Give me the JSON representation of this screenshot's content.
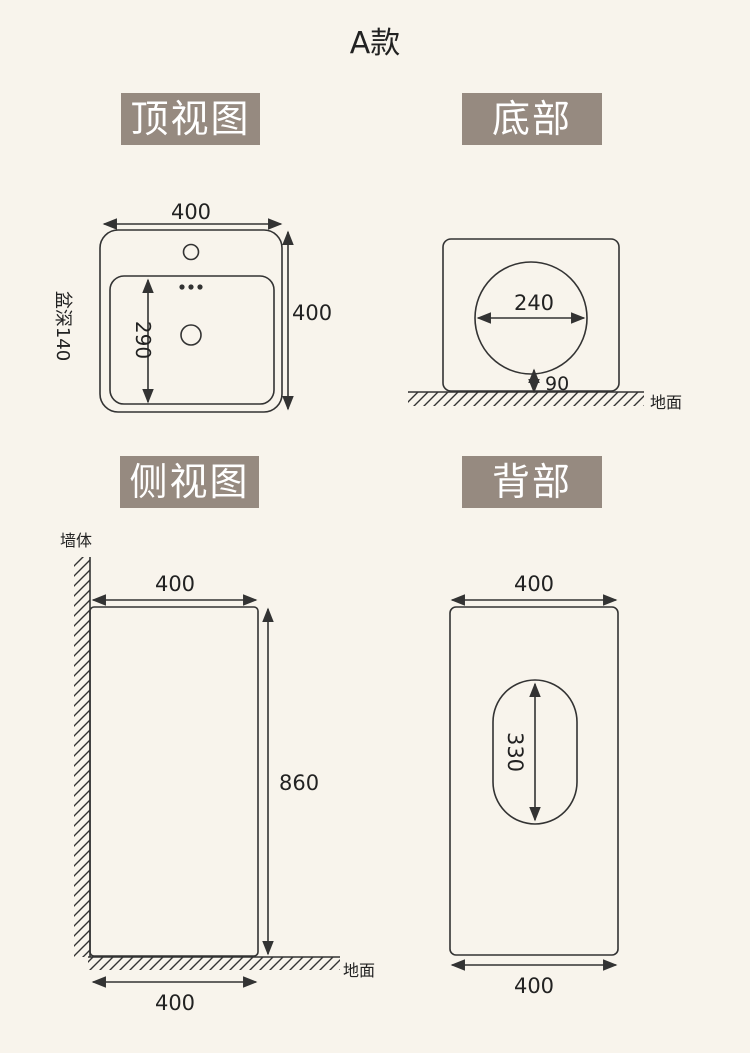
{
  "title": "A款",
  "colors": {
    "header_bg": "#968a80",
    "header_text": "#ffffff",
    "line": "#333333",
    "background": "#f8f4ec"
  },
  "sections": {
    "top_view": {
      "label": "顶视图",
      "width": "400",
      "height": "400",
      "inner_depth": "290",
      "bowl_depth": "盆深140"
    },
    "bottom": {
      "label": "底部",
      "hole_diameter": "240",
      "ground_gap": "90",
      "ground": "地面"
    },
    "side_view": {
      "label": "侧视图",
      "wall": "墙体",
      "top_width": "400",
      "height": "860",
      "bottom_width": "400",
      "ground": "地面"
    },
    "back": {
      "label": "背部",
      "top_width": "400",
      "slot_height": "330",
      "bottom_width": "400"
    }
  }
}
